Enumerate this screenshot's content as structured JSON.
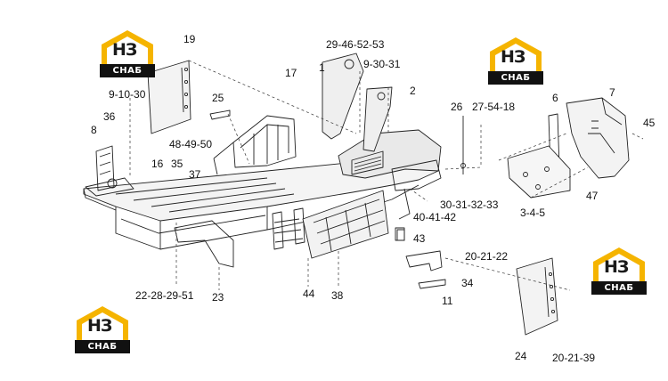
{
  "logo": {
    "mark": "НЗ",
    "caption": "СНАБ",
    "color": "#f5b400"
  },
  "callouts": {
    "c19": "19",
    "c29_46_52_53": "29-46-52-53",
    "c9_30_31": "9-30-31",
    "c1": "1",
    "c17": "17",
    "c2": "2",
    "c9_10_30": "9-10-30",
    "c25": "25",
    "c26": "26",
    "c27_54_18": "27-54-18",
    "c6": "6",
    "c7": "7",
    "c36": "36",
    "c8": "8",
    "c45": "45",
    "c48_49_50": "48-49-50",
    "c16": "16",
    "c35": "35",
    "c37": "37",
    "c47": "47",
    "c30_31_32_33": "30-31-32-33",
    "c3_4_5": "3-4-5",
    "c40_41_42": "40-41-42",
    "c43": "43",
    "c20_21_22": "20-21-22",
    "c34": "34",
    "c11": "11",
    "c22_28_29_51": "22-28-29-51",
    "c23": "23",
    "c44": "44",
    "c38": "38",
    "c24": "24",
    "c20_21_39": "20-21-39"
  }
}
